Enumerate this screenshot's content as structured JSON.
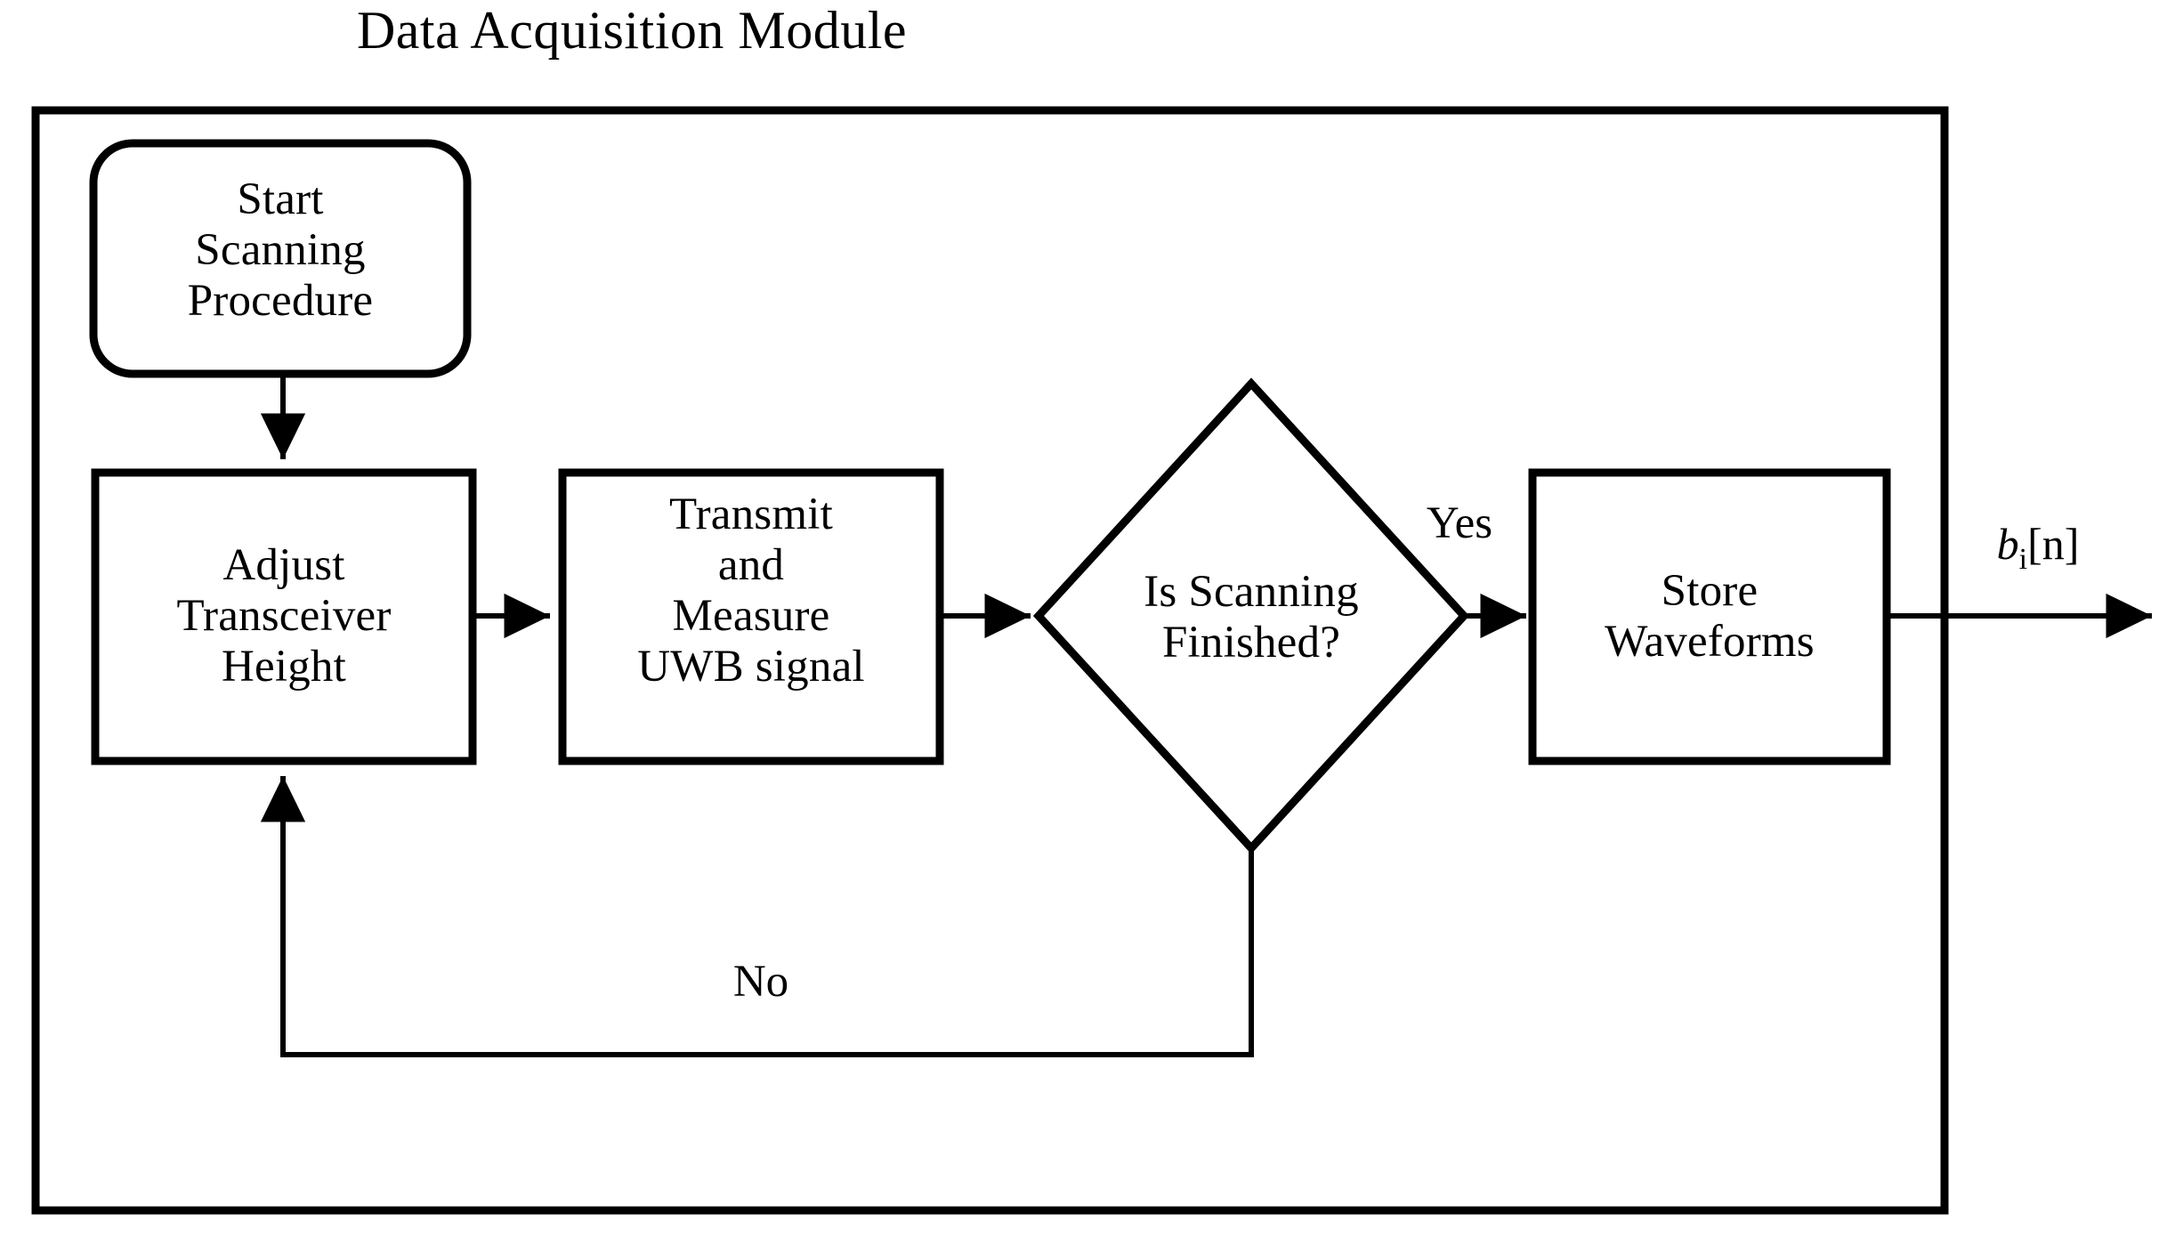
{
  "title": "Data Acquisition Module",
  "nodes": {
    "start": {
      "label": "Start\nScanning\nProcedure",
      "shape": "rounded-rectangle"
    },
    "adjust": {
      "label": "Adjust\nTransceiver\nHeight",
      "shape": "rectangle"
    },
    "transmit": {
      "label": "Transmit\nand\nMeasure\nUWB signal",
      "shape": "rectangle"
    },
    "decision": {
      "label": "Is Scanning\nFinished?",
      "shape": "diamond"
    },
    "store": {
      "label": "Store\nWaveforms",
      "shape": "rectangle"
    }
  },
  "edge_labels": {
    "yes": "Yes",
    "no": "No"
  },
  "output": {
    "variable": "b",
    "subscript": "i",
    "index": "[n]"
  },
  "colors": {
    "stroke": "#000000",
    "background": "#ffffff",
    "text": "#000000"
  }
}
